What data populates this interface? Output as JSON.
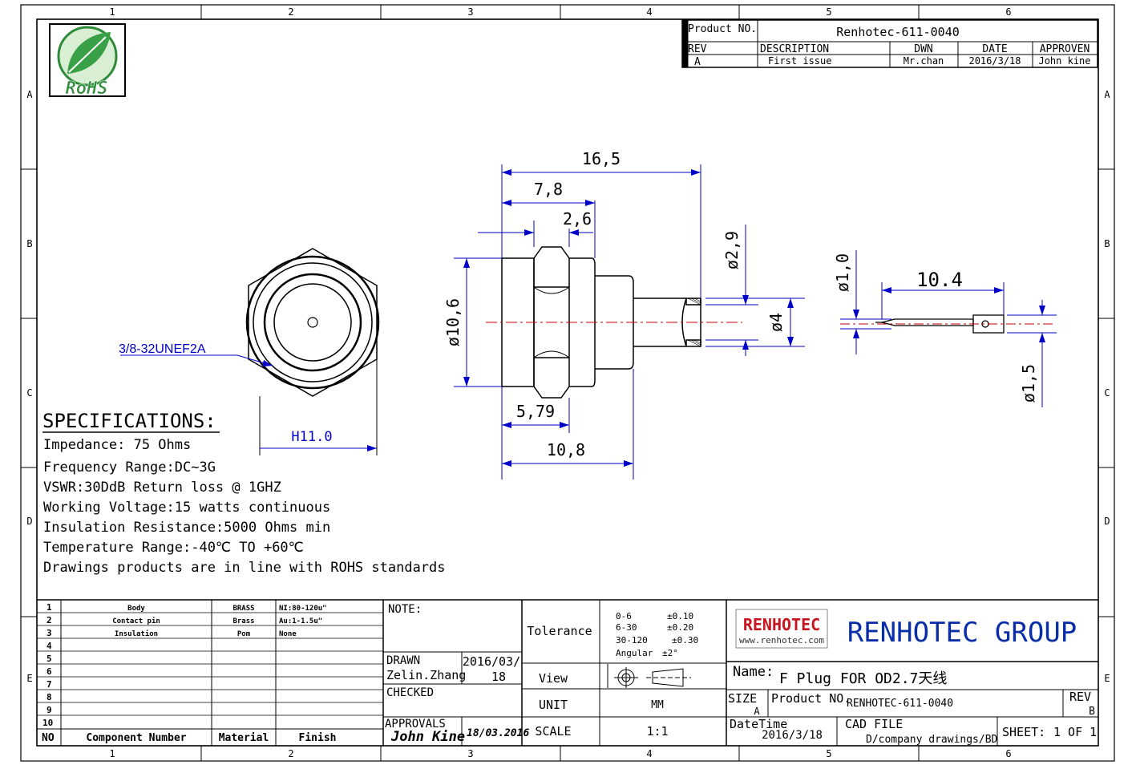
{
  "document": {
    "title": "F Plug FOR OD2.7天线 drawing"
  },
  "frame": {
    "col_labels": [
      "1",
      "2",
      "3",
      "4",
      "5",
      "6"
    ],
    "row_labels": [
      "A",
      "B",
      "C",
      "D",
      "E"
    ]
  },
  "logo": {
    "text": "RoHS"
  },
  "revision_table": {
    "product_no_label": "Product NO.",
    "product_no": "Renhotec-611-0040",
    "headers": [
      "REV",
      "DESCRIPTION",
      "DWN",
      "DATE",
      "APPROVEN"
    ],
    "row": [
      "A",
      "First issue",
      "Mr.chan",
      "2016/3/18",
      "John kine"
    ]
  },
  "drawing": {
    "thread_label": "3/8-32UNEF2A",
    "hex_width": "H11.0",
    "dims": {
      "overall": "16,5",
      "d7_8": "7,8",
      "d2_6": "2,6",
      "dia10_6": "ø10,6",
      "d5_79": "5,79",
      "d10_8": "10,8",
      "dia2_9": "ø2,9",
      "dia4": "ø4",
      "dia1_0": "ø1,0",
      "pin_len": "10.4",
      "dia1_5": "ø1,5"
    }
  },
  "specifications": {
    "heading": "SPECIFICATIONS:",
    "lines": [
      "Impedance: 75 Ohms",
      "Frequency Range:DC~3G",
      "VSWR:30DdB Return loss @ 1GHZ",
      "Working Voltage:15 watts continuous",
      "Insulation Resistance:5000 Ohms min",
      "Temperature Range:-40℃ TO +60℃",
      "Drawings products are in line with ROHS standards"
    ]
  },
  "bom": {
    "rows": [
      {
        "no": "1",
        "name": "Body",
        "material": "BRASS",
        "finish": "NI:80-120u\""
      },
      {
        "no": "2",
        "name": "Contact pin",
        "material": "Brass",
        "finish": "Au:1-1.5u\""
      },
      {
        "no": "3",
        "name": "Insulation",
        "material": "Pom",
        "finish": "None"
      },
      {
        "no": "4",
        "name": "",
        "material": "",
        "finish": ""
      },
      {
        "no": "5",
        "name": "",
        "material": "",
        "finish": ""
      },
      {
        "no": "6",
        "name": "",
        "material": "",
        "finish": ""
      },
      {
        "no": "7",
        "name": "",
        "material": "",
        "finish": ""
      },
      {
        "no": "8",
        "name": "",
        "material": "",
        "finish": ""
      },
      {
        "no": "9",
        "name": "",
        "material": "",
        "finish": ""
      },
      {
        "no": "10",
        "name": "",
        "material": "",
        "finish": ""
      }
    ],
    "header": {
      "no": "NO",
      "name": "Component Number",
      "material": "Material",
      "finish": "Finish"
    }
  },
  "title_block": {
    "note_label": "NOTE:",
    "drawn_label": "DRAWN",
    "drawn_by": "Zelin.Zhang",
    "drawn_date_1": "2016/03/",
    "drawn_date_2": "18",
    "checked_label": "CHECKED",
    "approvals_label": "APPROVALS",
    "approver_signature": "John Kine",
    "approval_date": "18/03.2016",
    "tolerance_label": "Tolerance",
    "tolerances": [
      {
        "range": "0-6",
        "value": "±0.10"
      },
      {
        "range": "6-30",
        "value": "±0.20"
      },
      {
        "range": "30-120",
        "value": "±0.30"
      },
      {
        "range": "Angular",
        "value": "±2°"
      }
    ],
    "view_label": "View",
    "unit_label": "UNIT",
    "unit_value": "MM",
    "scale_label": "SCALE",
    "scale_value": "1:1",
    "company_logo": "RENHOTEC",
    "company_url": "www.renhotec.com",
    "company_name": "RENHOTEC GROUP",
    "name_label": "Name:",
    "name_value": "F  Plug FOR OD2.7天线",
    "size_label": "SIZE",
    "size_value": "A",
    "product_no_label": "Product NO.",
    "product_no_value": "RENHOTEC-611-0040",
    "rev_label": "REV",
    "rev_value": "B",
    "datetime_label": "DateTime",
    "datetime_value": "2016/3/18",
    "cad_label": "CAD FILE",
    "cad_value": "D/company drawings/BD",
    "sheet_label": "SHEET:",
    "sheet_value": "1 OF 1"
  }
}
